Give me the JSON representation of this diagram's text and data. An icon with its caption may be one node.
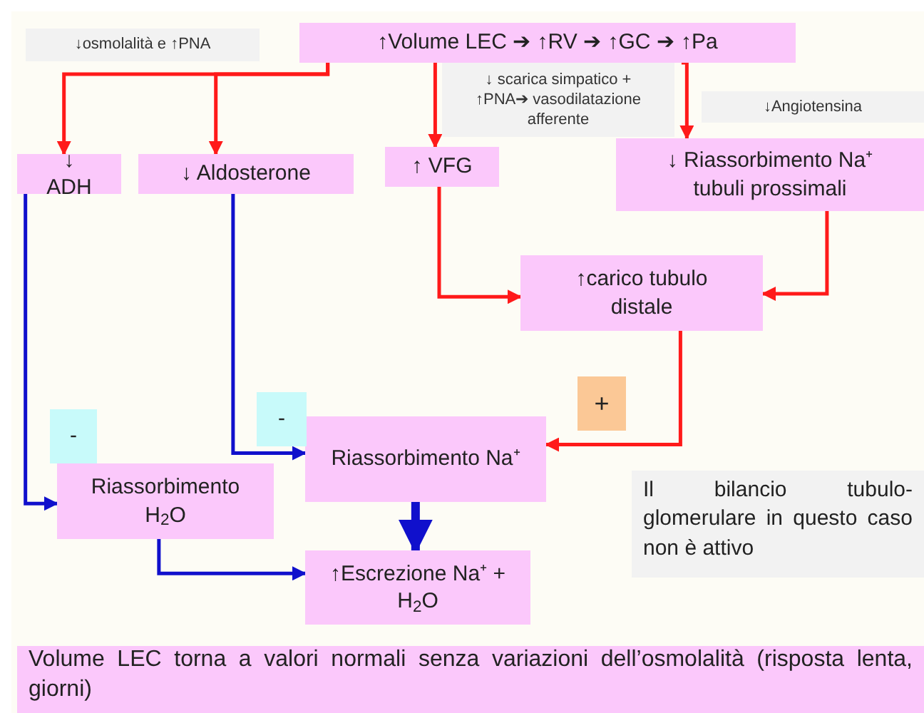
{
  "diagram": {
    "nodes": [
      {
        "text": [
          "↑Volume LEC ➔ ↑RV ➔ ↑GC ➔ ↑Pa"
        ]
      },
      {
        "text": [
          "↓ ADH"
        ]
      },
      {
        "text": [
          "↓ Aldosterone"
        ]
      },
      {
        "text": [
          "↑ VFG"
        ]
      },
      {
        "text": [
          "↓ Riassorbimento Na⁺ tubuli prossimali"
        ]
      },
      {
        "text": [
          "↑carico tubulo distale"
        ]
      },
      {
        "text": [
          "Riassorbimento Na⁺"
        ]
      },
      {
        "text": [
          "Riassorbimento H$_{2}$O"
        ]
      },
      {
        "text": [
          "↑Escrezione Na⁺ + H$_{2}$O"
        ]
      },
      {
        "text": [
          "-"
        ]
      },
      {
        "text": [
          "-"
        ]
      },
      {
        "text": [
          "+"
        ]
      },
      {
        "text": [
          "↓osmolalità e ↑PNA"
        ]
      },
      {
        "text": [
          "↓ scarica simpatico + ↑PNA➔ vasodilatazione afferente"
        ]
      },
      {
        "text": [
          "↓Angiotensina"
        ]
      },
      {
        "text": [
          "Il bilancio tubulo-glomerulare in questo caso non è attivo"
        ]
      },
      {
        "text": [
          "Volume LEC torna a valori normali senza variazioni dell’osmolalità (risposta lenta, giorni)"
        ]
      }
    ],
    "edges": [
      {
        "from": 0,
        "to": 1,
        "arrow": "to"
      },
      {
        "from": 0,
        "to": 2,
        "arrow": "to"
      },
      {
        "from": 0,
        "to": 3,
        "arrow": "to"
      },
      {
        "from": 0,
        "to": 4,
        "arrow": "to"
      },
      {
        "from": 3,
        "to": 5,
        "arrow": "to"
      },
      {
        "from": 4,
        "to": 5,
        "arrow": "to"
      },
      {
        "from": 5,
        "to": 6,
        "arrow": "to"
      },
      {
        "from": 1,
        "to": 7,
        "arrow": "to",
        "color": "#1010cc"
      },
      {
        "from": 2,
        "to": 6,
        "arrow": "to",
        "color": "#1010cc"
      },
      {
        "from": 6,
        "to": 8,
        "arrow": "to",
        "color": "#1010cc",
        "style": "thick"
      },
      {
        "from": 7,
        "to": 8,
        "arrow": "to",
        "color": "#1010cc"
      }
    ]
  }
}
